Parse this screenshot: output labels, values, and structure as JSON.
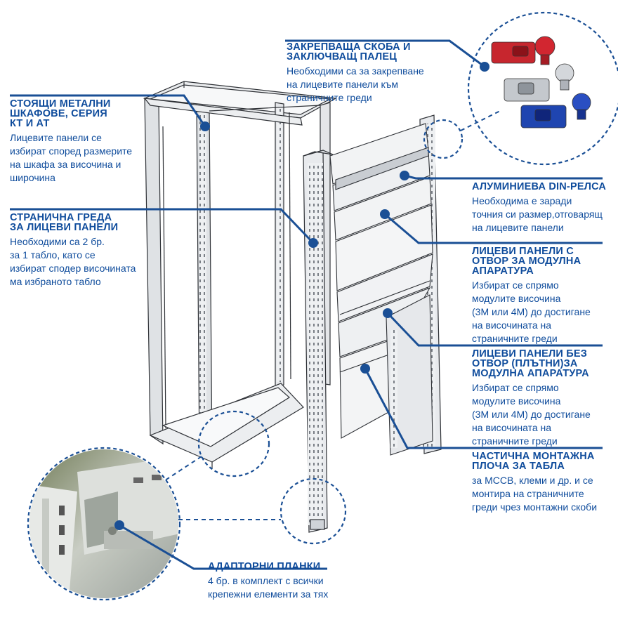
{
  "colors": {
    "accent": "#0f4c9c",
    "line": "#1a4f95"
  },
  "labels": {
    "lock_bracket": {
      "title": [
        "ЗАКРЕПВАЩА СКОБА И",
        "ЗАКЛЮЧВАЩ ПАЛЕЦ"
      ],
      "desc": [
        "Необходими са за закрепване",
        "на лицевите панели към",
        "страничните греди"
      ]
    },
    "cabinets": {
      "title": [
        "СТОЯЩИ МЕТАЛНИ",
        "ШКАФОВЕ, СЕРИЯ",
        "КТ И АТ"
      ],
      "desc": [
        "Лицевите панели се",
        "избират според размерите",
        "на шкафа за височина и",
        "широчина"
      ]
    },
    "side_beam": {
      "title": [
        "СТРАНИЧНА ГРЕДА",
        "ЗА ЛИЦЕВИ ПАНЕЛИ"
      ],
      "desc": [
        "Необходими са 2 бр.",
        "за 1 табло, като се",
        "избират сподер височината",
        "ма избраното табло"
      ]
    },
    "din_rail": {
      "title": [
        "АЛУМИНИЕВА DIN-РЕЛСА"
      ],
      "desc": [
        "Необходима е заради",
        "точния си размер,отговарящ",
        "на лицевите панели"
      ]
    },
    "panels_with_opening": {
      "title": [
        "ЛИЦЕВИ ПАНЕЛИ С",
        "ОТВОР ЗА МОДУЛНА",
        "АПАРАТУРА"
      ],
      "desc": [
        "Избират се спрямо",
        "модулите височина",
        "(3М или 4М) до достигане",
        "на височината на",
        "страничните греди"
      ]
    },
    "panels_blank": {
      "title": [
        "ЛИЦЕВИ ПАНЕЛИ БЕЗ",
        "ОТВОР (ПЛЪТНИ)ЗА",
        "МОДУЛНА АПАРАТУРА"
      ],
      "desc": [
        "Избират се спрямо",
        "модулите височина",
        "(3М или 4М) до достигане",
        "на височината на",
        "страничните греди"
      ]
    },
    "mounting_plate": {
      "title": [
        "ЧАСТИЧНА МОНТАЖНА",
        "ПЛОЧА ЗА ТАБЛА"
      ],
      "desc": [
        "за MCCB, клеми и др. и се",
        "монтира на страничните",
        "греди чрез монтажни скоби"
      ]
    },
    "adapter": {
      "title": [
        "АДАПТОРНИ ПЛАНКИ"
      ],
      "desc": [
        "4 бр. в комплект с всички",
        "крепежни елементи за тях"
      ]
    }
  }
}
